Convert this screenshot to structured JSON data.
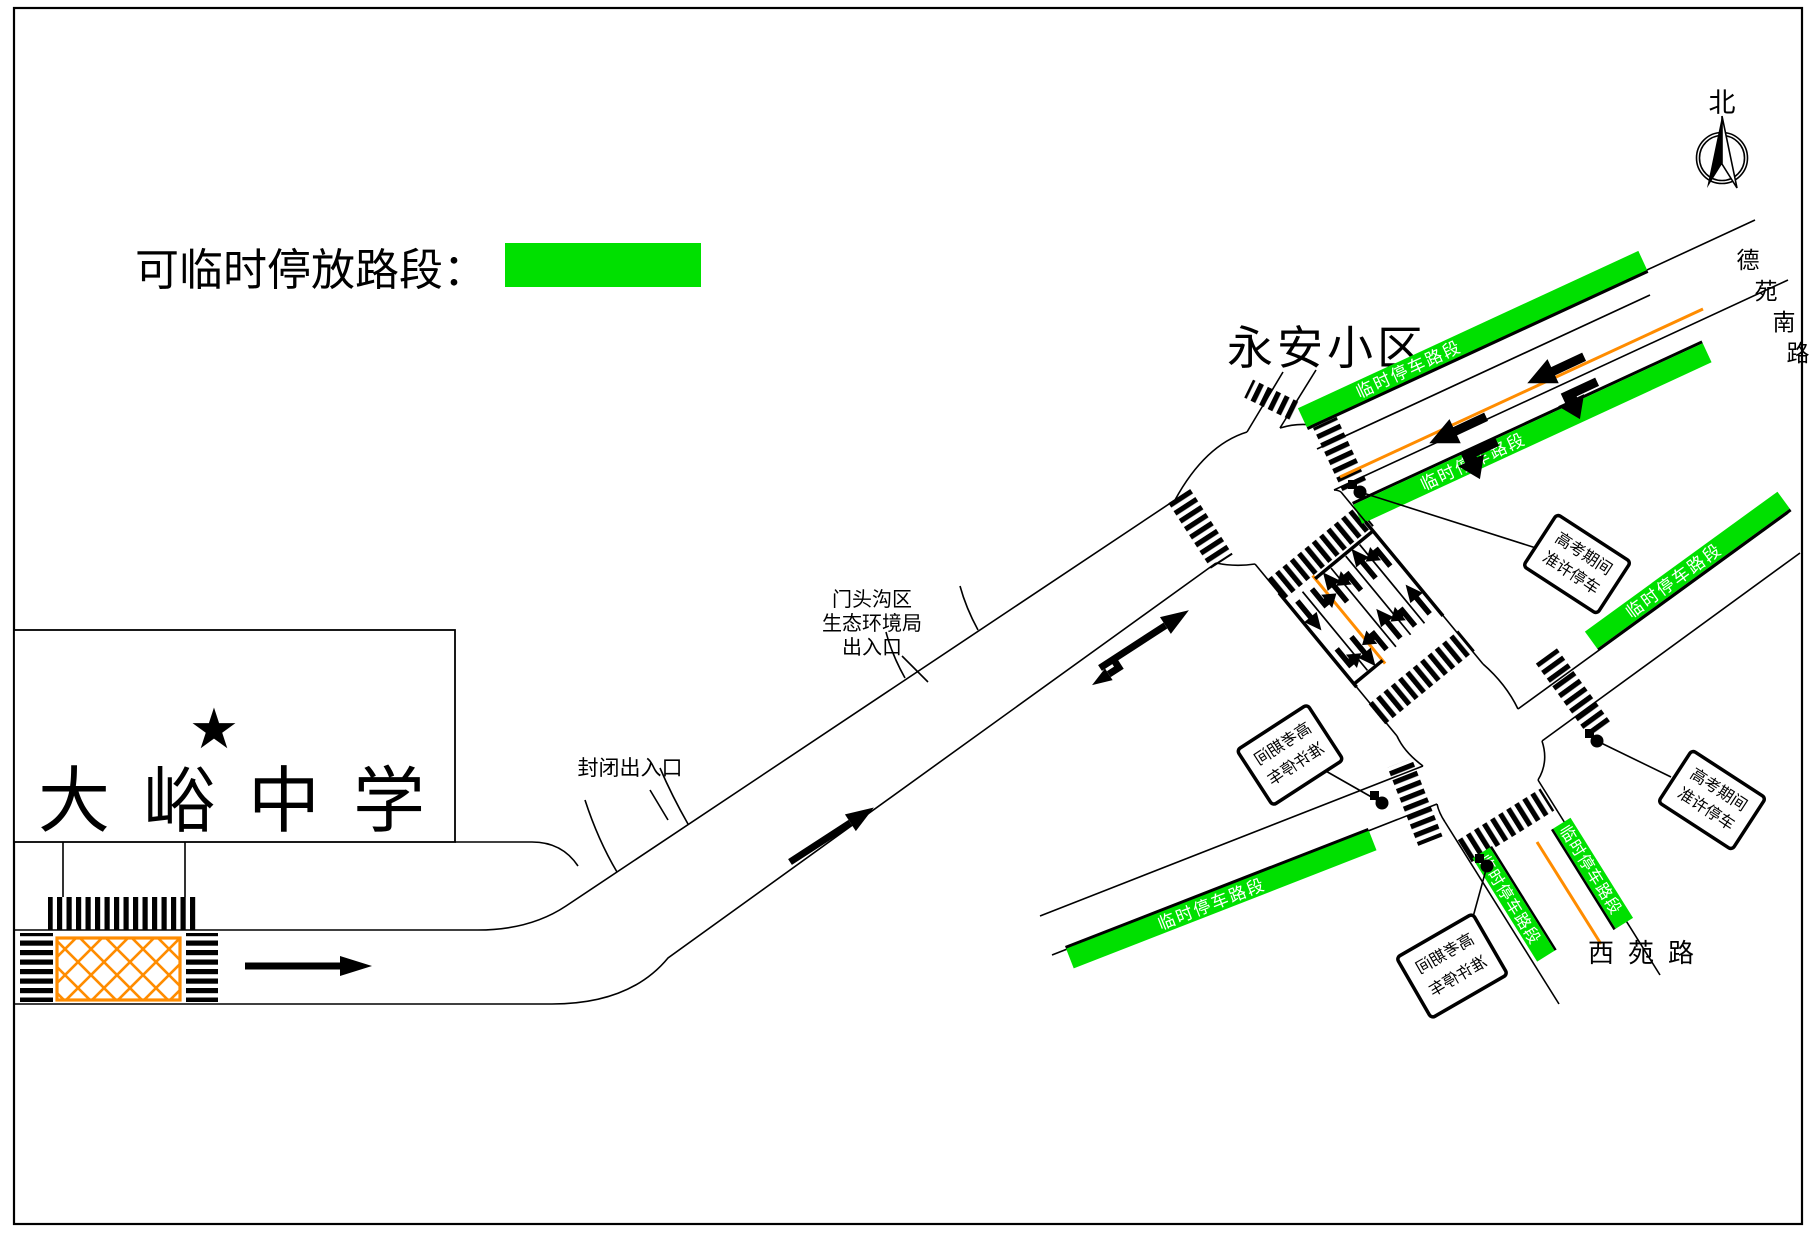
{
  "legend": {
    "label": "可临时停放路段："
  },
  "north": {
    "label": "北"
  },
  "school": {
    "name": "大峪中学"
  },
  "community": {
    "name": "永安小区"
  },
  "env_bureau": {
    "lines": [
      "门头沟区",
      "生态环境局",
      "出入口"
    ]
  },
  "closed_entrance": {
    "label": "封闭出入口"
  },
  "roads": {
    "deyuan_chars": [
      "德",
      "苑",
      "南",
      "路"
    ],
    "xiyuan": "西苑路"
  },
  "parking": {
    "strip_label": "临时停车路段"
  },
  "signs": {
    "allowed": {
      "line1": "高考期间",
      "line2": "准许停车"
    }
  },
  "colors": {
    "green": "#00E000",
    "orange": "#FF8C00",
    "red": "#E60000"
  }
}
